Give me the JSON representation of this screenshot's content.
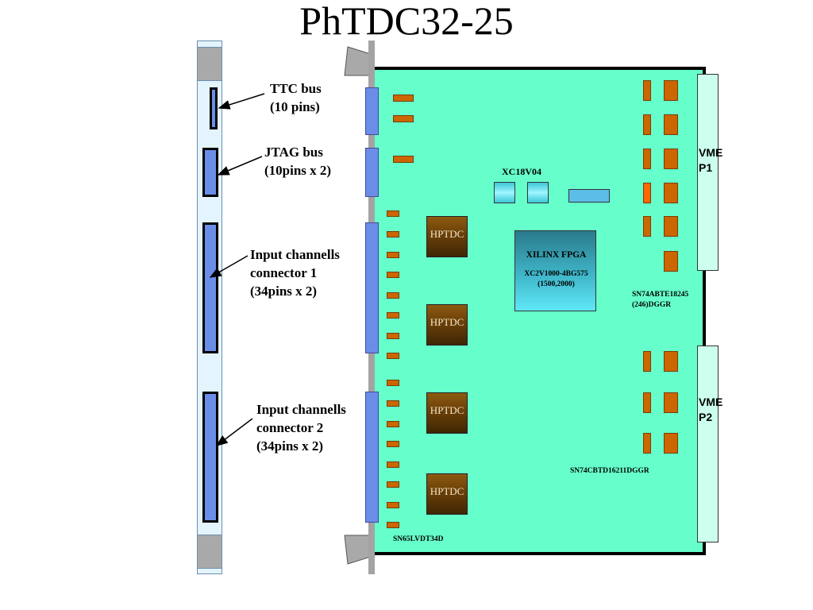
{
  "title": "PhTDC32-25",
  "annotations": {
    "ttc": "TTC bus\n(10 pins)",
    "jtag": "JTAG bus\n(10pins x 2)",
    "input1": "Input channells\nconnector 1\n(34pins x 2)",
    "input2": "Input channells\nconnector 2\n(34pins x 2)"
  },
  "board": {
    "tdc_label": "HPTDC",
    "tdc_labels": [
      "HPTDC",
      "HPTDC",
      "HPTDC",
      "HPTDC"
    ],
    "prom_label": "XC18V04",
    "fpga_title": "XILINX FPGA",
    "fpga_part": "XC2V1000-4BG575",
    "fpga_sub": "(1500,2000)",
    "buffer1": "SN74ABTE18245\n(246)DGGR",
    "buffer2": "SN74CBTD16211DGGR",
    "lvds": "SN65LVDT34D",
    "vme1": "VME\nP1",
    "vme2": "VME\nP2"
  },
  "colors": {
    "board": "#66ffcc",
    "connector": "#6a8ee8",
    "component_orange": "#cc6600",
    "panel": "#e4f4fc"
  }
}
